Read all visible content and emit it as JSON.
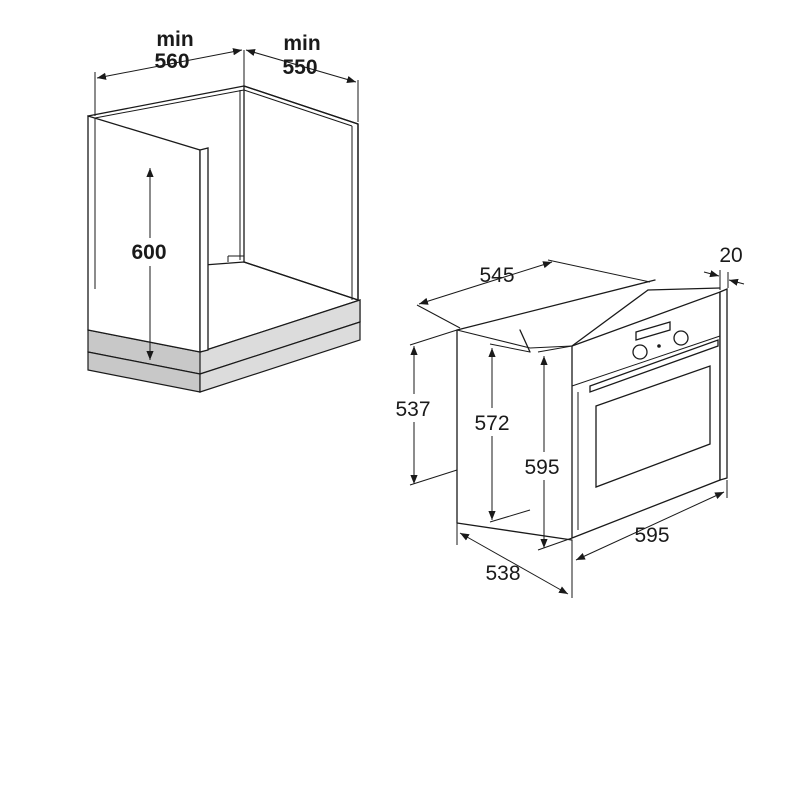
{
  "cabinet": {
    "width_prefix": "min",
    "width_value": "560",
    "depth_prefix": "min",
    "depth_value": "550",
    "height_value": "600"
  },
  "oven": {
    "depth_total": "545",
    "front_thickness": "20",
    "body_height": "537",
    "inner_height": "572",
    "front_height": "595",
    "body_width": "538",
    "front_width": "595"
  }
}
